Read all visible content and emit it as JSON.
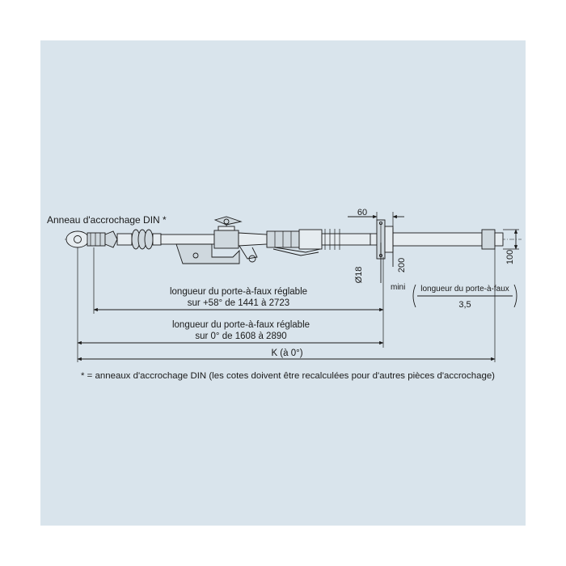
{
  "background_color": "#d9e4ec",
  "labels": {
    "ring_title": "Anneau d'accrochage DIN *",
    "dim_60": "60",
    "dim_18": "Ø18",
    "dim_200": "200",
    "dim_100": "100",
    "mini": "mini",
    "fraction_numerator": "longueur du porte-à-faux",
    "fraction_denominator": "3,5",
    "len58_line1": "longueur du porte-à-faux réglable",
    "len58_line2": "sur +58° de 1441 à 2723",
    "len0_line1": "longueur du porte-à-faux réglable",
    "len0_line2": "sur 0° de 1608 à 2890",
    "k_label": "K (à 0°)",
    "footnote": "* = anneaux d'accrochage DIN (les cotes doivent être recalculées pour d'autres pièces d'accrochage)"
  }
}
